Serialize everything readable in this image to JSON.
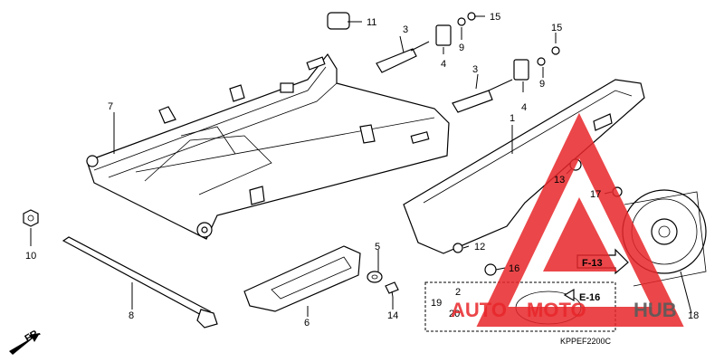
{
  "diagram": {
    "code": "KPPEF2200C",
    "fr_label": "FR.",
    "ref_f13": "F-13",
    "ref_e16": "E-16",
    "callouts": {
      "c1": "1",
      "c2": "2",
      "c3a": "3",
      "c3b": "3",
      "c4a": "4",
      "c4b": "4",
      "c5": "5",
      "c6": "6",
      "c7": "7",
      "c8": "8",
      "c9a": "9",
      "c9b": "9",
      "c10": "10",
      "c11": "11",
      "c12": "12",
      "c13": "13",
      "c14": "14",
      "c15a": "15",
      "c15b": "15",
      "c16": "16",
      "c17": "17",
      "c18": "18",
      "c19": "19",
      "c20": "20"
    }
  },
  "watermark": {
    "brand_left": "AUTO",
    "brand_mid": "MOTO",
    "brand_right": "HUB",
    "colors": {
      "red": "#e8262a",
      "gray": "#5a5a5a"
    }
  }
}
